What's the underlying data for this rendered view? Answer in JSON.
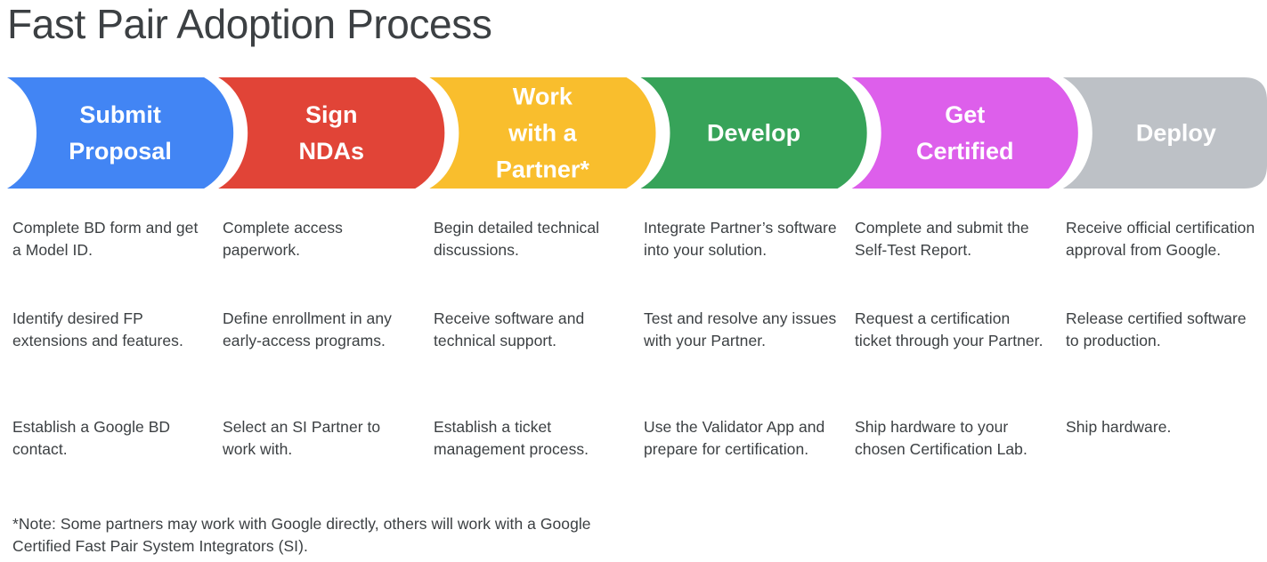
{
  "page": {
    "title": "Fast Pair Adoption Process",
    "title_color": "#3c4043",
    "background": "#ffffff"
  },
  "banner": {
    "stages": [
      {
        "id": "submit-proposal",
        "label": "Submit\nProposal",
        "color": "#4285F4",
        "text_color": "#ffffff"
      },
      {
        "id": "sign-ndas",
        "label": "Sign\nNDAs",
        "color": "#E14437",
        "text_color": "#ffffff"
      },
      {
        "id": "work-with-a-partner",
        "label": "Work\nwith a\nPartner*",
        "color": "#F9BE2D",
        "text_color": "#ffffff"
      },
      {
        "id": "develop",
        "label": "Develop",
        "color": "#37A359",
        "text_color": "#ffffff"
      },
      {
        "id": "get-certified",
        "label": "Get\nCertified",
        "color": "#DD5FEB",
        "text_color": "#ffffff"
      },
      {
        "id": "deploy",
        "label": "Deploy",
        "color": "#BDC1C6",
        "text_color": "#ffffff"
      }
    ]
  },
  "columns": [
    {
      "stage": "Submit Proposal",
      "items": [
        "Complete BD form and get a Model ID.",
        "Identify desired FP extensions and features.",
        "Establish a Google BD contact."
      ]
    },
    {
      "stage": "Sign NDAs",
      "items": [
        "Complete access paperwork.",
        "Define enrollment in any early-access programs.",
        "Select an SI Partner to work with."
      ]
    },
    {
      "stage": "Work with a Partner",
      "items": [
        "Begin detailed technical discussions.",
        "Receive software and technical support.",
        "Establish a ticket management process."
      ]
    },
    {
      "stage": "Develop",
      "items": [
        "Integrate Partner’s software into your solution.",
        "Test and resolve any issues with your Partner.",
        "Use the Validator App and prepare for certification."
      ]
    },
    {
      "stage": "Get Certified",
      "items": [
        "Complete and submit the Self-Test Report.",
        "Request a certification ticket through your Partner.",
        "Ship hardware to your chosen Certification Lab."
      ]
    },
    {
      "stage": "Deploy",
      "items": [
        "Receive official certification approval from Google.",
        "Release certified software to production.",
        "Ship hardware."
      ]
    }
  ],
  "footnote": "*Note: Some partners may work with Google directly, others will work with a Google Certified Fast Pair System Integrators (SI)."
}
